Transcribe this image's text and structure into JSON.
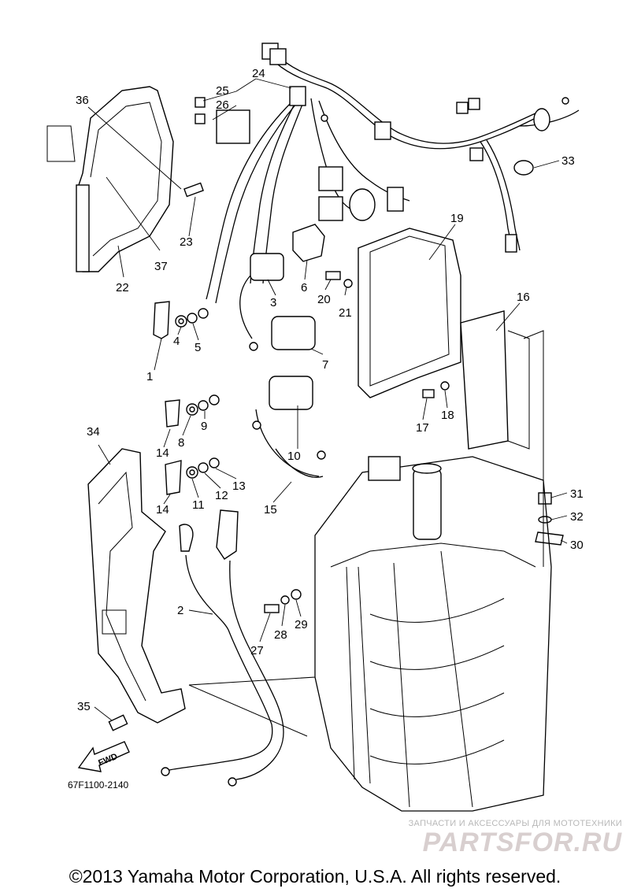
{
  "diagram": {
    "code": "67F1100-2140",
    "direction_label": "FWD",
    "callouts": [
      "1",
      "2",
      "3",
      "4",
      "5",
      "6",
      "7",
      "8",
      "9",
      "10",
      "11",
      "12",
      "13",
      "14",
      "14",
      "15",
      "16",
      "17",
      "18",
      "19",
      "20",
      "21",
      "22",
      "23",
      "24",
      "25",
      "26",
      "27",
      "28",
      "29",
      "30",
      "31",
      "32",
      "33",
      "34",
      "35",
      "36",
      "37"
    ]
  },
  "watermark": {
    "tagline": "ЗАПЧАСТИ И АКСЕССУАРЫ ДЛЯ МОТОТЕХНИКИ",
    "logo_text": "PARTSFOR.RU"
  },
  "footer": {
    "copyright": "©2013 Yamaha Motor Corporation, U.S.A. All rights reserved."
  },
  "colors": {
    "line": "#000000",
    "background": "#ffffff",
    "watermark": "#d8cfcf"
  }
}
